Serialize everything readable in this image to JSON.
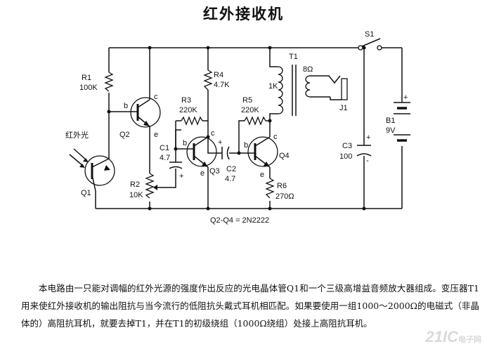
{
  "title": "红外接收机",
  "labels": {
    "r1": "R1",
    "r1_val": "100K",
    "r2": "R2",
    "r2_val": "10K",
    "r3": "R3",
    "r3_val": "220K",
    "r4": "R4",
    "r4_val": "4.7K",
    "r5": "R5",
    "r5_val": "220K",
    "r6": "R6",
    "r6_val": "270Ω",
    "c1": "C1",
    "c1_val": "4.7",
    "c2": "C2",
    "c2_val": "4.7",
    "c3": "C3",
    "c3_val": "100",
    "q1": "Q1",
    "q2": "Q2",
    "q3": "Q3",
    "q4": "Q4",
    "t1": "T1",
    "t1_primary": "1K",
    "t1_secondary": "8Ω",
    "j1": "J1",
    "s1": "S1",
    "b1": "B1",
    "b1_val": "9V",
    "ir_light": "红外光",
    "pin_b": "b",
    "pin_c": "c",
    "pin_e": "e",
    "plus": "+",
    "minus": "-",
    "transistor_note": "Q2-Q4 = 2N2222"
  },
  "description": "本电路由一只能对调幅的红外光源的强度作出反应的光电晶体管Q1和一个三级高增益音频放大器组成。变压器T1用来使红外接收机的输出阻抗与当今流行的低阻抗头戴式耳机相匹配。如果要使用一组1000～2000Ω的电磁式（非晶体的）高阻抗耳机，就要去掉T1，并在T1的初级绕组（1000Ω绕组）处接上高阻抗耳机。",
  "watermark": "21IC",
  "watermark_sub": "电子网"
}
